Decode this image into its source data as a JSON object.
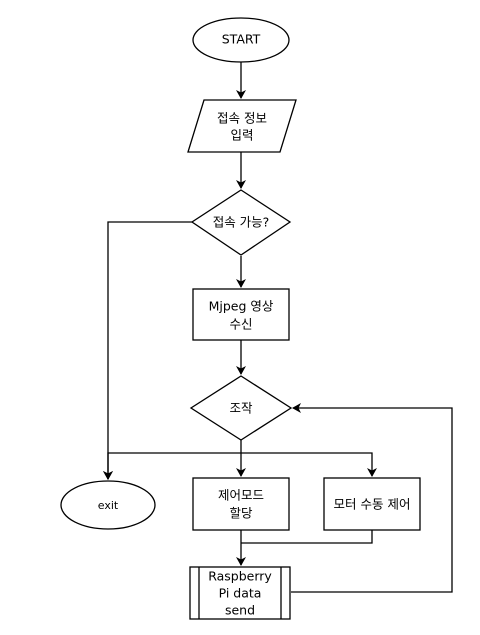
{
  "flowchart": {
    "nodes": [
      {
        "id": "start",
        "shape": "ellipse",
        "lines": [
          "START"
        ]
      },
      {
        "id": "input",
        "shape": "parallelogram",
        "lines": [
          "접속 정보",
          "입력"
        ]
      },
      {
        "id": "decision-connect",
        "shape": "diamond",
        "lines": [
          "접속 가능?"
        ]
      },
      {
        "id": "receive",
        "shape": "rectangle",
        "lines": [
          "Mjpeg 영상",
          "수신"
        ]
      },
      {
        "id": "decision-control",
        "shape": "diamond",
        "lines": [
          "조작"
        ]
      },
      {
        "id": "exit",
        "shape": "ellipse",
        "lines": [
          "exit"
        ]
      },
      {
        "id": "mode-assign",
        "shape": "rectangle",
        "lines": [
          "제어모드",
          "할당"
        ]
      },
      {
        "id": "manual-control",
        "shape": "rectangle",
        "lines": [
          "모터 수동 제어"
        ]
      },
      {
        "id": "send",
        "shape": "predefined-process",
        "lines": [
          "Raspberry",
          "Pi data",
          "send"
        ]
      }
    ],
    "edges": [
      {
        "from": "start",
        "to": "input"
      },
      {
        "from": "input",
        "to": "decision-connect"
      },
      {
        "from": "decision-connect",
        "to": "receive"
      },
      {
        "from": "decision-connect",
        "to": "exit"
      },
      {
        "from": "receive",
        "to": "decision-control"
      },
      {
        "from": "decision-control",
        "to": "exit"
      },
      {
        "from": "decision-control",
        "to": "mode-assign"
      },
      {
        "from": "decision-control",
        "to": "manual-control"
      },
      {
        "from": "mode-assign",
        "to": "send"
      },
      {
        "from": "manual-control",
        "to": "send"
      },
      {
        "from": "send",
        "to": "decision-control"
      }
    ]
  }
}
